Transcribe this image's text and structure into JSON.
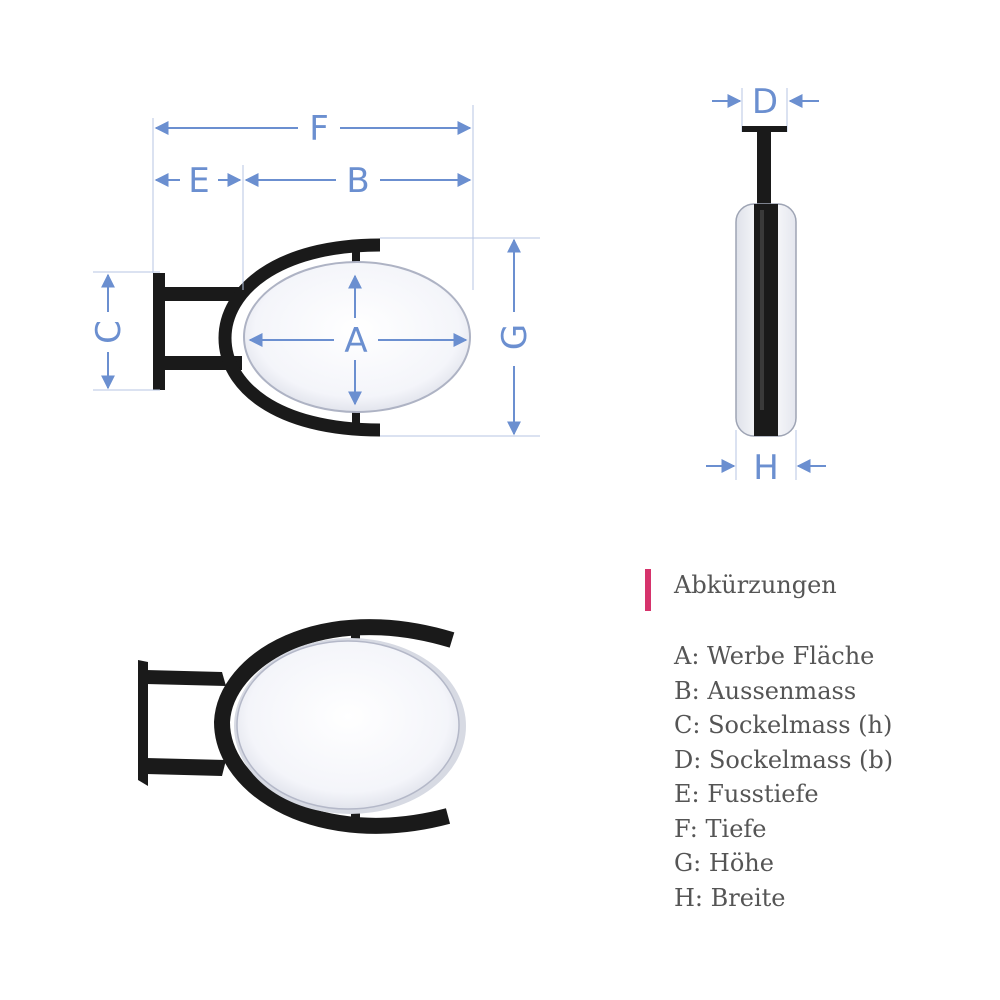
{
  "colors": {
    "dimension": "#6b8fd0",
    "frame": "#1a1a1a",
    "accent": "#d6336c",
    "text": "#555555"
  },
  "dimensions": {
    "A": "A",
    "B": "B",
    "C": "C",
    "D": "D",
    "E": "E",
    "F": "F",
    "G": "G",
    "H": "H"
  },
  "legend": {
    "title": "Abkürzungen",
    "items": [
      "A: Werbe Fläche",
      "B: Aussenmass",
      "C: Sockelmass (h)",
      "D: Sockelmass (b)",
      "E: Fusstiefe",
      "F: Tiefe",
      "G: Höhe",
      "H: Breite"
    ]
  }
}
